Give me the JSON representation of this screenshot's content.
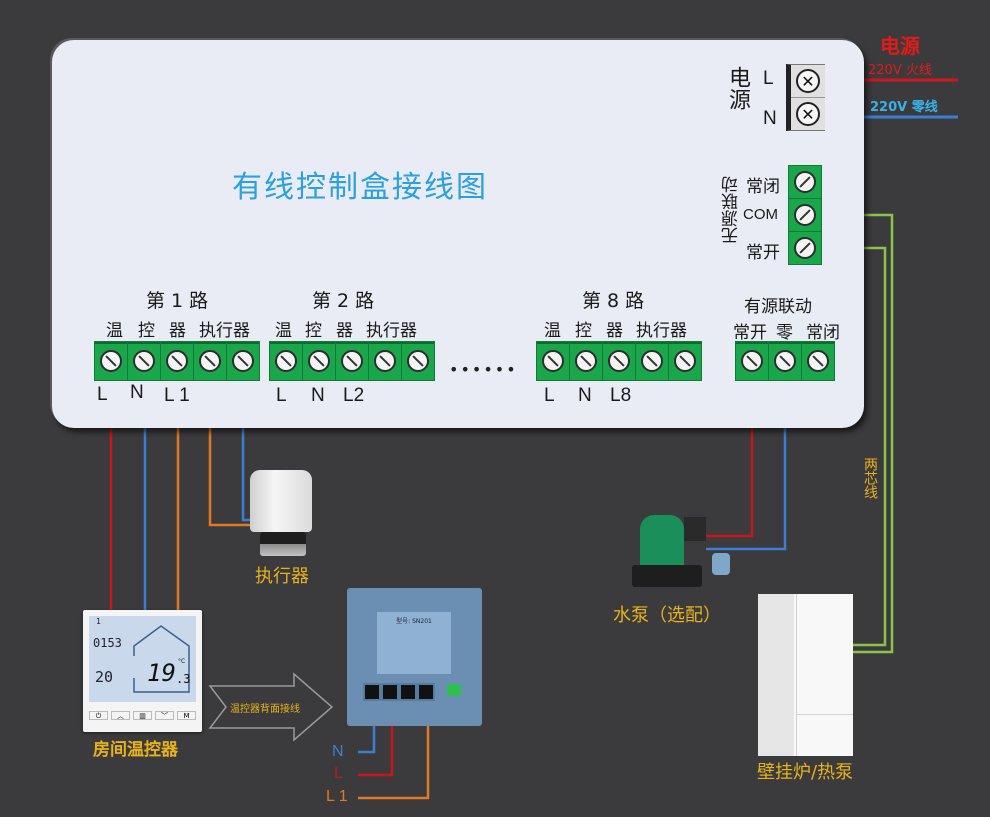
{
  "diagram": {
    "title": "有线控制盒接线图",
    "power": {
      "label": "电源",
      "top_label": "电源",
      "terminals": [
        "L",
        "N"
      ],
      "live_wire_label": "220V 火线",
      "neutral_wire_label": "220V 零线",
      "colors": {
        "live": "#d0151c",
        "neutral": "#3a7fd0",
        "label_live": "#e01b1b",
        "label_neutral": "#3ab0e8"
      }
    },
    "dry_contact": {
      "label": "无源联动",
      "terminals": [
        "常闭",
        "COM",
        "常开"
      ]
    },
    "channels": [
      {
        "name": "第 1 路",
        "sub": [
          "温",
          "控",
          "器",
          "执行器"
        ],
        "bottom": [
          "L",
          "N",
          "L 1"
        ]
      },
      {
        "name": "第 2 路",
        "sub": [
          "温",
          "控",
          "器",
          "执行器"
        ],
        "bottom": [
          "L",
          "N",
          "L2"
        ]
      },
      {
        "name": "第 8 路",
        "sub": [
          "温",
          "控",
          "器",
          "执行器"
        ],
        "bottom": [
          "L",
          "N",
          "L8"
        ]
      }
    ],
    "ellipsis": "••••••",
    "active_contact": {
      "label": "有源联动",
      "terminals": [
        "常开",
        "零",
        "常闭"
      ]
    },
    "devices": {
      "actuator": "执行器",
      "thermostat": "房间温控器",
      "arrow_text": "温控器背面接线",
      "pump": "水泵（选配）",
      "boiler": "壁挂炉/热泵",
      "two_core_cable": "两芯线"
    },
    "thermostat_display": {
      "room": "1",
      "time": "0153",
      "set_temp": "20",
      "current_temp": "19",
      "current_decimal": ".3",
      "unit": "°C"
    },
    "thermostat_back": {
      "model": "型号: SN201",
      "terminal_labels": [
        "N",
        "L",
        "L 1"
      ]
    },
    "wire_colors": {
      "live": "#c8161d",
      "neutral": "#3b7fd2",
      "load": "#e07a22",
      "dry": "#8bc34a",
      "label_yellow": "#e8b21c"
    }
  }
}
